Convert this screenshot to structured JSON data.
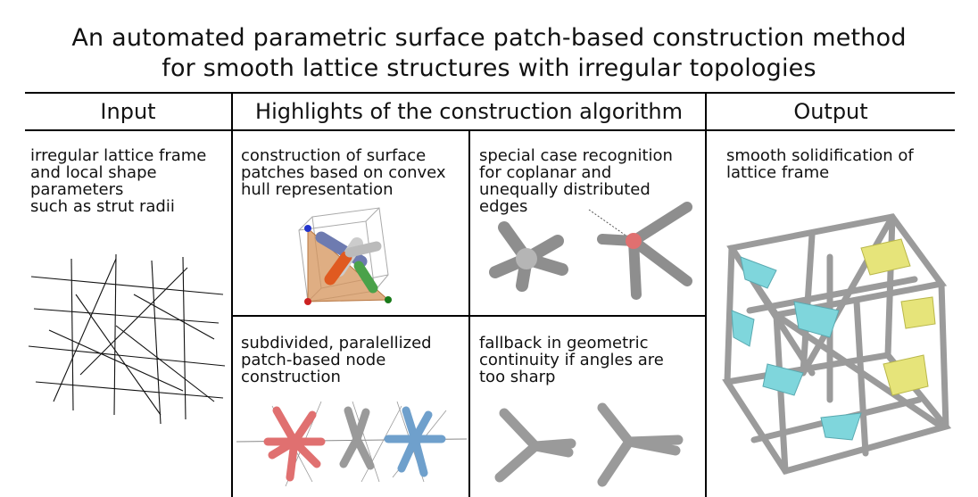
{
  "title": {
    "line1": "An automated parametric surface patch-based construction method",
    "line2": "for smooth lattice structures with irregular topologies"
  },
  "headers": {
    "input": "Input",
    "highlights": "Highlights of the construction algorithm",
    "output": "Output"
  },
  "input": {
    "caption": "irregular lattice frame\nand local shape\nparameters\nsuch as strut radii"
  },
  "highlights": {
    "convex_hull": "construction of surface\npatches based on convex\nhull representation",
    "special_case": "special case recognition\nfor coplanar and\nunequally distributed\nedges",
    "parallel": "subdivided, paralellized\npatch-based node\nconstruction",
    "fallback": "fallback in geometric\ncontinuity if angles are\ntoo sharp"
  },
  "output": {
    "caption": "smooth solidification of\nlattice frame"
  },
  "colors": {
    "strut_gray": "#a9a9a9",
    "hull_orange": "#d4935a",
    "node_red": "#e07070",
    "node_blue": "#6fa0cc",
    "patch_cyan": "#7fd6dc",
    "patch_yellow": "#e6e47a"
  }
}
